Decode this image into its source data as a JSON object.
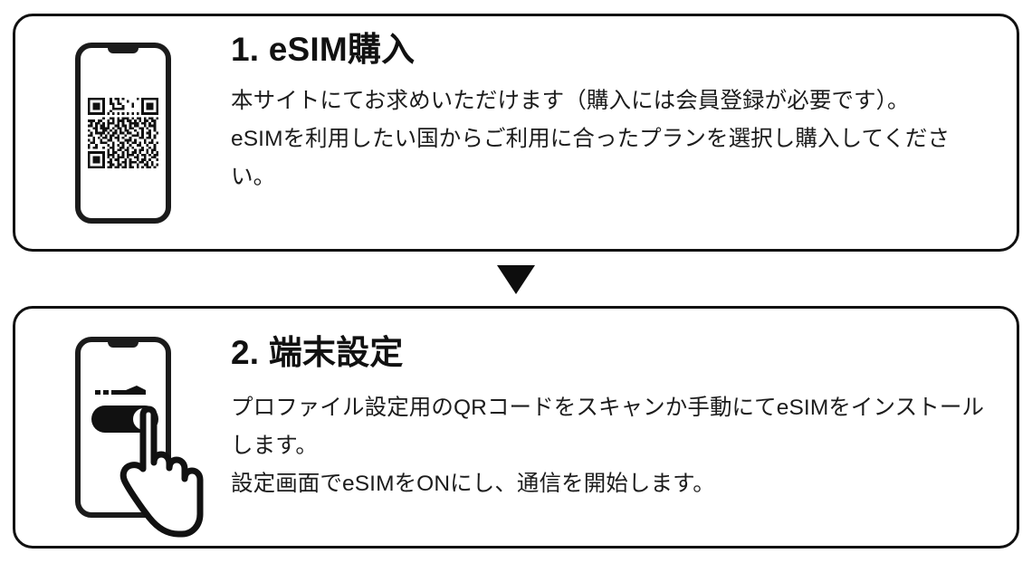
{
  "page": {
    "background_color": "#ffffff",
    "text_color": "#1c1c1c",
    "border_color": "#111111"
  },
  "steps": [
    {
      "id": "step-1",
      "title": "1. eSIM購入",
      "icon": "smartphone-qr-code-icon",
      "paragraphs": [
        "本サイトにてお求めいただけます（購入には会員登録が必要です）。",
        "eSIMを利用したい国からご利用に合ったプランを選択し購入してください。"
      ]
    },
    {
      "id": "step-2",
      "title": "2. 端末設定",
      "icon": "smartphone-toggle-hand-icon",
      "paragraphs": [
        "プロファイル設定用のQRコードをスキャンか手動にてeSIMをインストールします。",
        "設定画面でeSIMをONにし、通信を開始します。"
      ]
    }
  ],
  "arrow": {
    "name": "down-arrow-icon",
    "direction": "down",
    "color": "#0d0d0d"
  }
}
